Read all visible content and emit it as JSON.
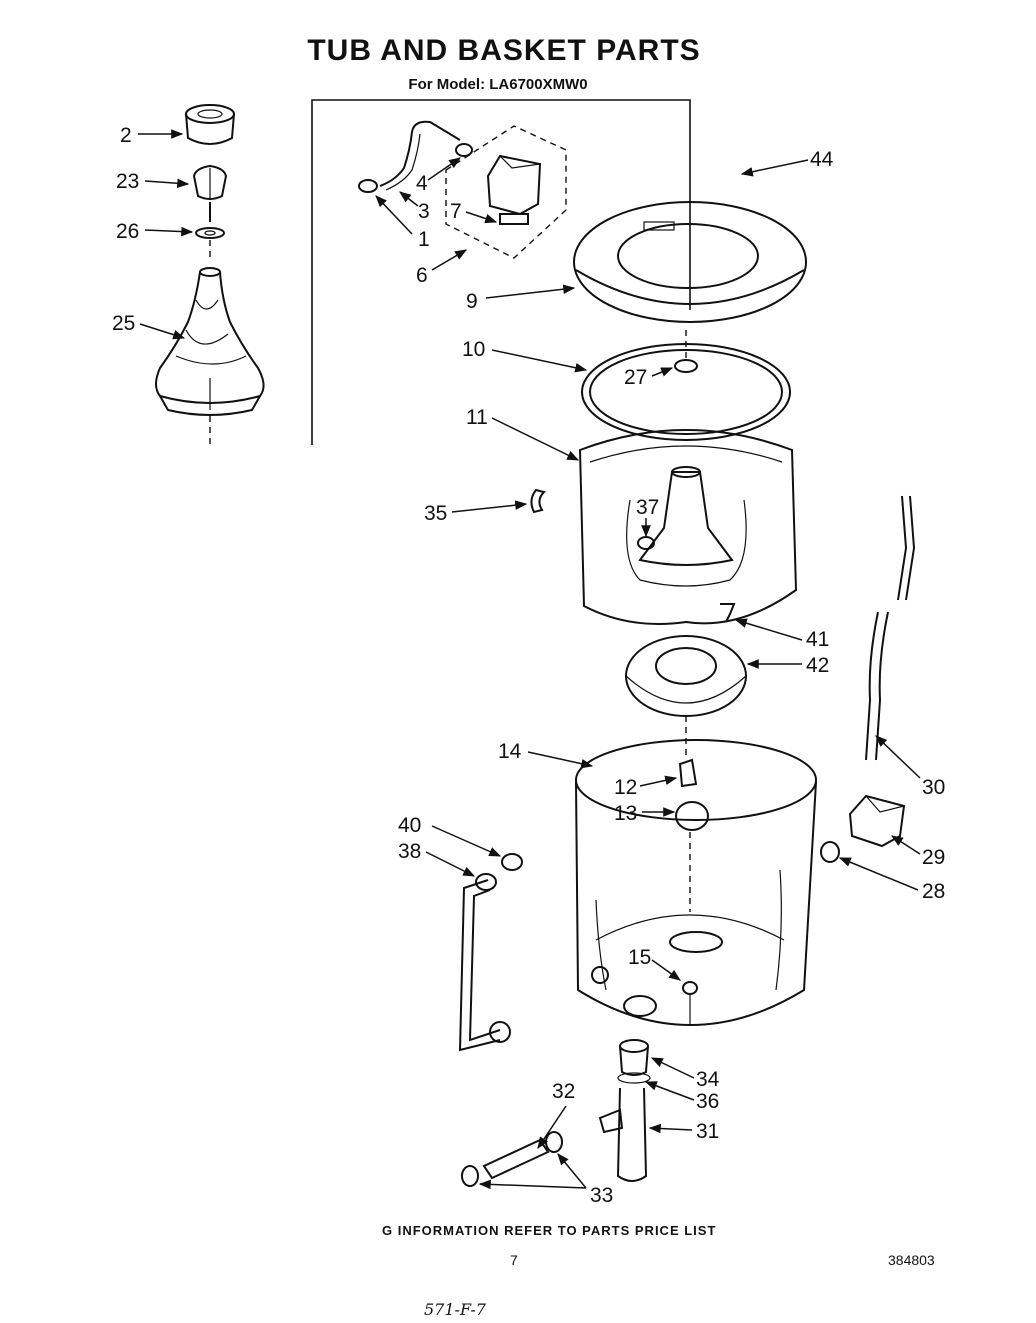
{
  "header": {
    "title": "TUB AND BASKET PARTS",
    "subtitle": "For Model: LA6700XMW0"
  },
  "callouts": {
    "c1": "1",
    "c2": "2",
    "c3": "3",
    "c4": "4",
    "c6": "6",
    "c7": "7",
    "c9": "9",
    "c10": "10",
    "c11": "11",
    "c12": "12",
    "c13": "13",
    "c14": "14",
    "c15": "15",
    "c23": "23",
    "c25": "25",
    "c26": "26",
    "c27": "27",
    "c28": "28",
    "c29": "29",
    "c30": "30",
    "c31": "31",
    "c32": "32",
    "c33": "33",
    "c34": "34",
    "c35": "35",
    "c36": "36",
    "c37": "37",
    "c38": "38",
    "c40": "40",
    "c41": "41",
    "c42": "42",
    "c44": "44"
  },
  "footer": {
    "note": "G INFORMATION REFER TO PARTS PRICE LIST",
    "page_number": "7",
    "document_number": "384803",
    "handwritten": "571-F-7"
  }
}
